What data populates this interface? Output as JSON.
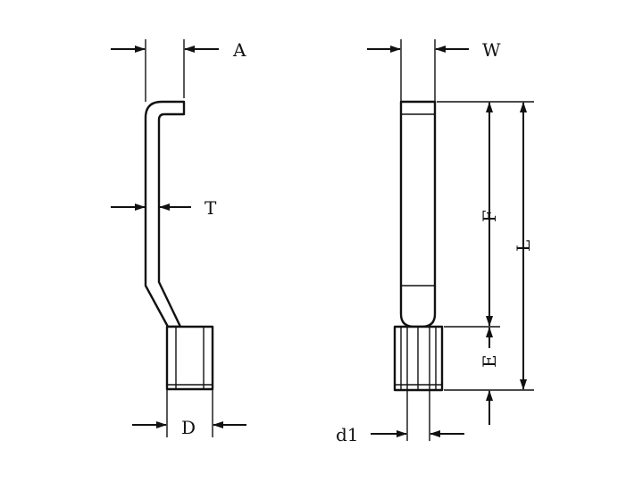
{
  "labels": {
    "A": "A",
    "T": "T",
    "D": "D",
    "W": "W",
    "F": "F",
    "L": "L",
    "E": "E",
    "d1": "d1"
  }
}
